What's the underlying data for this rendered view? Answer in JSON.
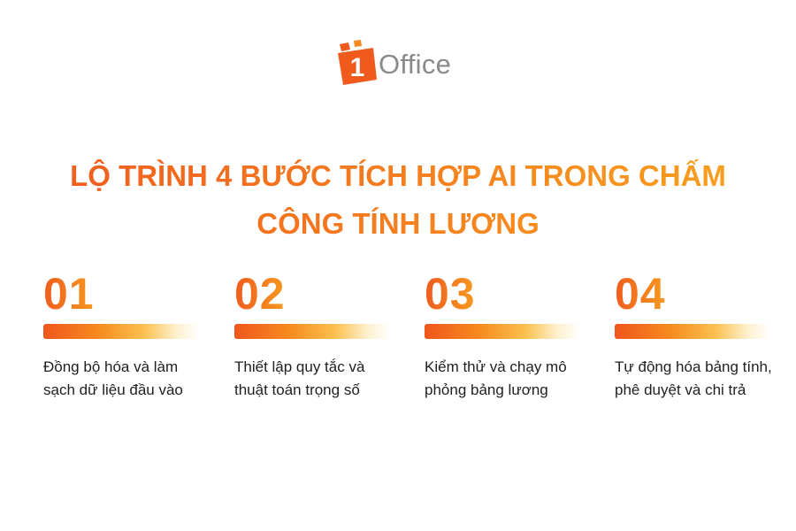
{
  "brand": {
    "logo_text": "Office",
    "logo_digit": "1",
    "primary_color": "#f05a1d",
    "secondary_color": "#f8a51d",
    "logo_text_color": "#8a8a8a"
  },
  "title": {
    "line1": "LỘ TRÌNH 4 BƯỚC TÍCH HỢP AI TRONG CHẤM",
    "line2": "CÔNG TÍNH LƯƠNG"
  },
  "steps": [
    {
      "number": "01",
      "text_line1": "Đồng bộ hóa và làm",
      "text_line2": "sạch dữ liệu đầu vào"
    },
    {
      "number": "02",
      "text_line1": "Thiết lập quy tắc và",
      "text_line2": "thuật toán trọng số"
    },
    {
      "number": "03",
      "text_line1": "Kiểm thử và chạy mô",
      "text_line2": "phỏng bảng lương"
    },
    {
      "number": "04",
      "text_line1": "Tự động hóa bảng tính,",
      "text_line2": "phê duyệt và chi trả"
    }
  ]
}
